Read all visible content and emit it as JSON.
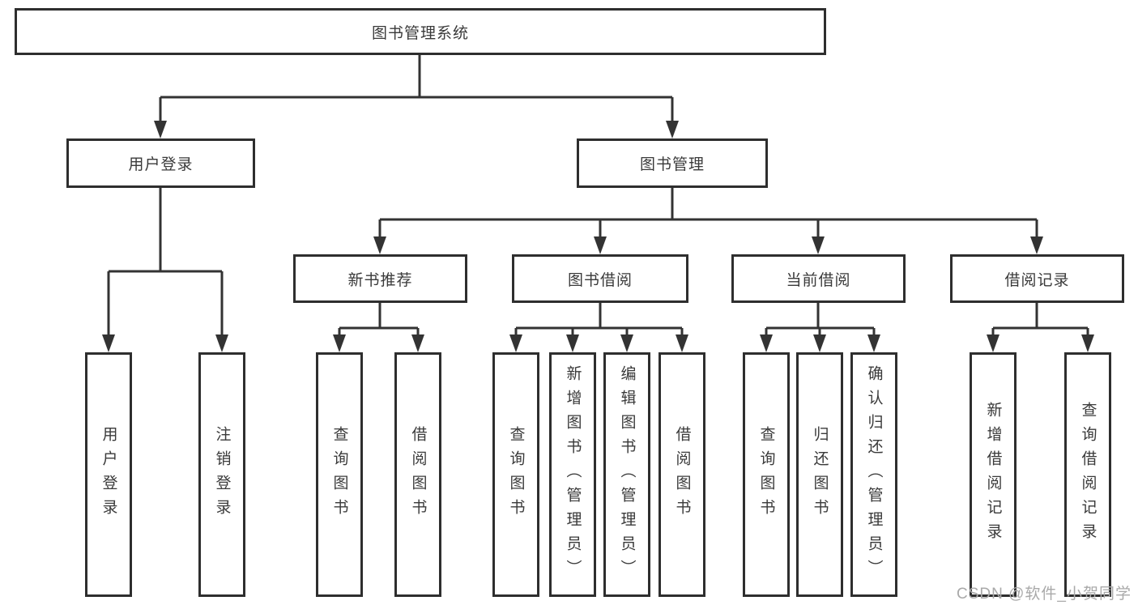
{
  "diagram": {
    "root": "图书管理系统",
    "user_login": {
      "label": "用户登录",
      "children": {
        "login": "用户登录",
        "logout": "注销登录"
      }
    },
    "book_mgmt": {
      "label": "图书管理",
      "new_book_rec": {
        "label": "新书推荐",
        "children": {
          "query_book": "查询图书",
          "borrow_book": "借阅图书"
        }
      },
      "book_borrow": {
        "label": "图书借阅",
        "children": {
          "query_book": "查询图书",
          "add_book": "新增图书（管理员）",
          "edit_book": "编辑图书（管理员）",
          "borrow_book": "借阅图书"
        }
      },
      "current_borrow": {
        "label": "当前借阅",
        "children": {
          "query_book": "查询图书",
          "return_book": "归还图书",
          "confirm_return": "确认归还（管理员）"
        }
      },
      "borrow_records": {
        "label": "借阅记录",
        "children": {
          "add_record": "新增借阅记录",
          "query_record": "查询借阅记录"
        }
      }
    }
  },
  "watermark": "CSDN @软件_小贺同学",
  "colors": {
    "background": "#ffffff",
    "line": "#333333",
    "border": "#2e2e2e",
    "text": "#3a3a3a",
    "watermark": "#a9a9a9"
  }
}
